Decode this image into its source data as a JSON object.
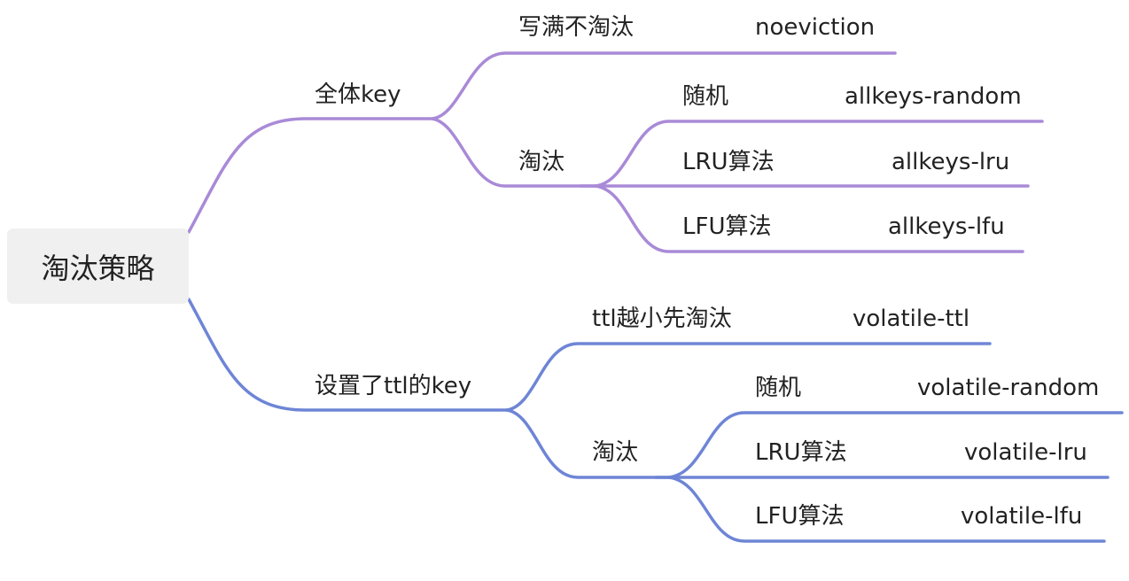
{
  "mindmap": {
    "root": "淘汰策略",
    "branch_all": {
      "label": "全体key",
      "no_evict": {
        "label": "写满不淘汰",
        "policy": "noeviction"
      },
      "evict": {
        "label": "淘汰",
        "random": {
          "label": "随机",
          "policy": "allkeys-random"
        },
        "lru": {
          "label": "LRU算法",
          "policy": "allkeys-lru"
        },
        "lfu": {
          "label": "LFU算法",
          "policy": "allkeys-lfu"
        }
      }
    },
    "branch_ttl": {
      "label": "设置了ttl的key",
      "ttl": {
        "label": "ttl越小先淘汰",
        "policy": "volatile-ttl"
      },
      "evict": {
        "label": "淘汰",
        "random": {
          "label": "随机",
          "policy": "volatile-random"
        },
        "lru": {
          "label": "LRU算法",
          "policy": "volatile-lru"
        },
        "lfu": {
          "label": "LFU算法",
          "policy": "volatile-lfu"
        }
      }
    },
    "colors": {
      "purple_branch": "#a98ad7",
      "blue_branch": "#6e85d6",
      "root_background": "#eff0ef",
      "text": "#222222"
    }
  }
}
